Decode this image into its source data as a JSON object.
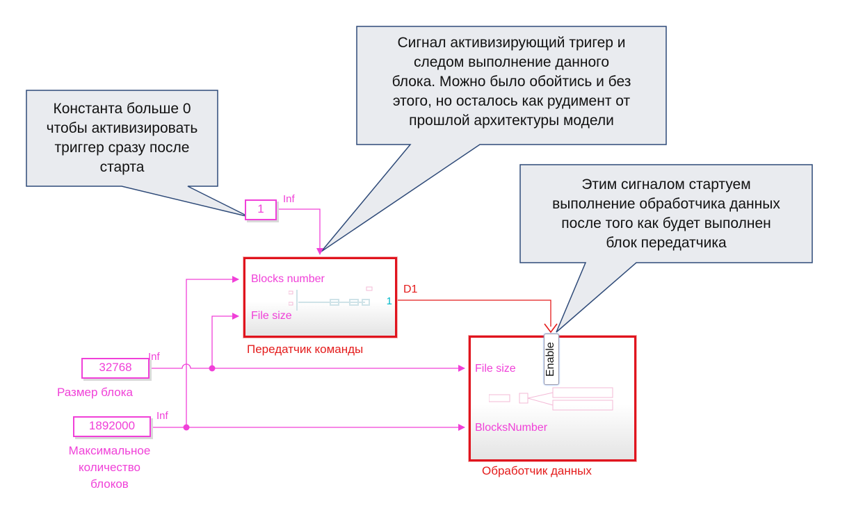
{
  "callouts": [
    {
      "lines": [
        "Константа больше 0",
        "чтобы активизировать",
        "триггер сразу после",
        "старта"
      ]
    },
    {
      "lines": [
        "Сигнал активизирующий тригер и",
        "следом выполнение данного",
        "блока. Можно было обойтись и без",
        "этого, но осталось как рудимент от",
        "прошлой архитектуры модели"
      ]
    },
    {
      "lines": [
        "Этим сигналом стартуем",
        "выполнение обработчика данных",
        "после того как будет выполнен",
        "блок передатчика"
      ]
    }
  ],
  "constants": {
    "trigger": "1",
    "block_size": "32768",
    "max_blocks": "1892000"
  },
  "signal_labels": {
    "trigger_inf": "Inf",
    "block_size_inf": "Inf",
    "max_blocks_inf": "Inf",
    "d1": "D1"
  },
  "transmitter": {
    "name": "Передатчик команды",
    "port_blocks_number": "Blocks number",
    "port_file_size": "File size",
    "out_port": "1"
  },
  "processor": {
    "name": "Обработчик данных",
    "port_file_size": "File size",
    "port_blocks_number": "BlocksNumber",
    "enable": "Enable"
  },
  "captions": {
    "block_size": "Размер блока",
    "max_blocks_lines": [
      "Максимальное",
      "количество",
      "блоков"
    ]
  },
  "colors": {
    "signal": "#f040d8",
    "block_border": "#e0141e",
    "d1_line": "#e41b1b",
    "callout_fill": "#e9ebef",
    "callout_border": "#2e4a78",
    "trigger_icon": "#00c0c0"
  }
}
